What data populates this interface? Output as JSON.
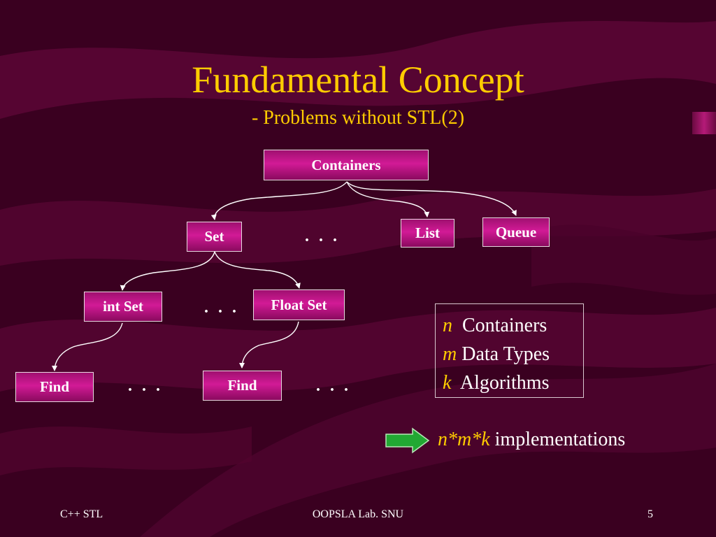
{
  "slide": {
    "title": "Fundamental Concept",
    "subtitle": "- Problems without STL(2)"
  },
  "tree": {
    "containers": "Containers",
    "set": "Set",
    "list": "List",
    "queue": "Queue",
    "int_set": "int Set",
    "float_set": "Float Set",
    "find_left": "Find",
    "find_right": "Find",
    "ellipsis": ". . ."
  },
  "legend": {
    "rows": [
      {
        "var": "n",
        "text": "Containers"
      },
      {
        "var": "m",
        "text": "Data Types"
      },
      {
        "var": "k",
        "text": "Algorithms"
      }
    ]
  },
  "result": {
    "formula": "n*m*k",
    "text": "implementations"
  },
  "footer": {
    "left": "C++ STL",
    "center": "OOPSLA Lab. SNU",
    "page": "5"
  },
  "colors": {
    "background": "#3a0020",
    "title": "#ffcc00",
    "node_fill": "#d21a96",
    "arrow_green": "#22a833"
  }
}
